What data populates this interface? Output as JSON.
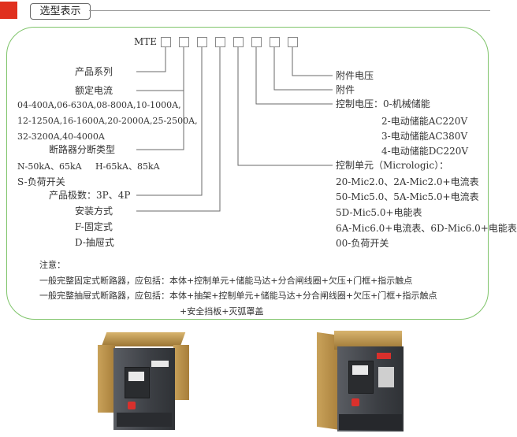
{
  "header": {
    "title": "选型表示"
  },
  "model": {
    "prefix": "MTE",
    "box_count": 8
  },
  "left_labels": {
    "series": "产品系列",
    "rated_current": "额定电流",
    "current_opt1": "04-400A,06-630A,08-800A,10-1000A,",
    "current_opt2": "12-1250A,16-1600A,20-2000A,25-2500A,",
    "current_opt3": "32-3200A,40-4000A",
    "breaking_type": "断路器分断类型",
    "breaking_opts": "N-50kA、65kA     H-65kA、85kA",
    "load_switch": "S-负荷开关",
    "poles": "产品极数：3P、4P",
    "install": "安装方式",
    "fixed": "F-固定式",
    "drawout": "D-抽屉式"
  },
  "right_labels": {
    "accessory_voltage": "附件电压",
    "accessory": "附件",
    "control_voltage": "控制电压：0-机械储能",
    "cv2": "2-电动储能AC220V",
    "cv3": "3-电动储能AC380V",
    "cv4": "4-电动储能DC220V",
    "control_unit": "控制单元（Micrologic）：",
    "cu1": "20-Mic2.0、2A-Mic2.0+电流表",
    "cu2": "50-Mic5.0、5A-Mic5.0+电流表",
    "cu3": "5D-Mic5.0+电能表",
    "cu4": "6A-Mic6.0+电流表、6D-Mic6.0+电能表",
    "cu5": "00-负荷开关"
  },
  "notes": {
    "title": "注意：",
    "line1": "一般完整固定式断路器，应包括：本体+控制单元+储能马达+分合闸线圈+欠压+门框+指示触点",
    "line2": "一般完整抽屉式断路器，应包括：本体+抽架+控制单元+储能马达+分合闸线圈+欠压+门框+指示触点",
    "line3": "+安全挡板+灭弧罩盖"
  },
  "colors": {
    "accent_red": "#e0301e",
    "frame_green": "#7fc46a",
    "line_gray": "#6a6a6a"
  }
}
